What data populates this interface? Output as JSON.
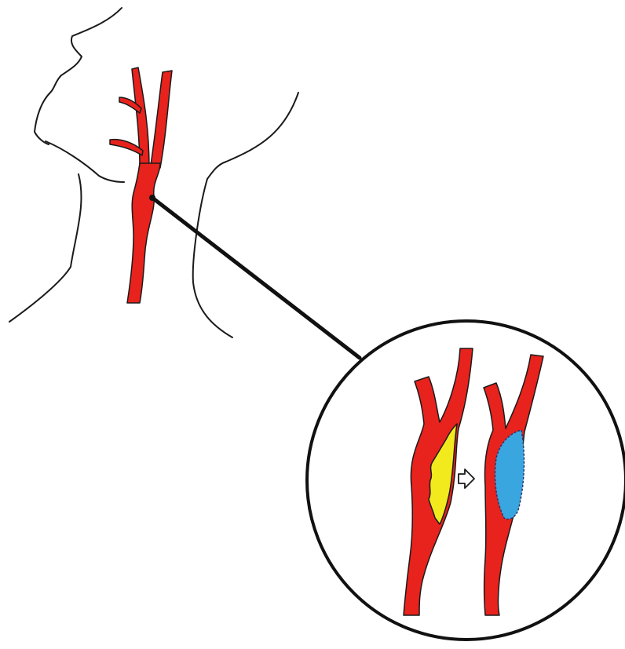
{
  "diagram": {
    "colors": {
      "background": "#ffffff",
      "outline": "#1a1a1a",
      "artery": "#e8221c",
      "plaque": "#f2ea1c",
      "patch": "#3aa6e0",
      "stitch": "#333366"
    },
    "parts": {
      "neck": "neck-outline",
      "artery": "carotid-artery-bifurcation",
      "leader": "leader-line",
      "inset": "magnified-circle-inset",
      "before": "artery-with-plaque",
      "arrow": "arrow-right-icon",
      "after": "artery-with-patch"
    }
  }
}
